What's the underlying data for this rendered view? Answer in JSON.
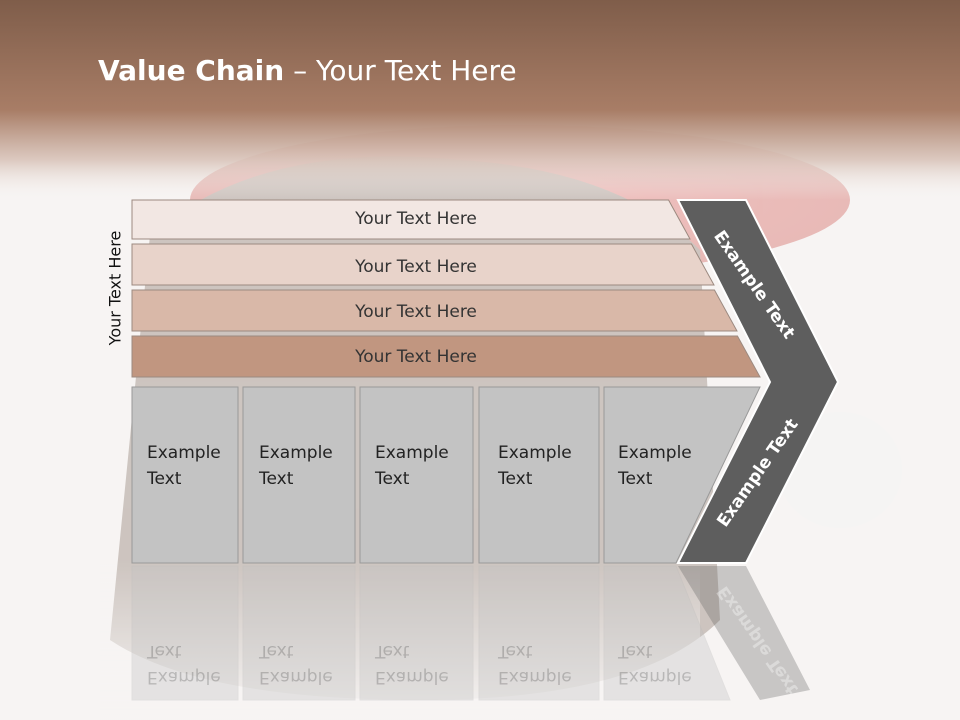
{
  "title": {
    "bold": "Value Chain",
    "rest": " – Your Text Here"
  },
  "side_label": "Your Text Here",
  "rows": [
    {
      "label": "Your Text Here",
      "fill": "#f2e7e3"
    },
    {
      "label": "Your Text Here",
      "fill": "#e8d3ca"
    },
    {
      "label": "Your Text Here",
      "fill": "#d9b8a8"
    },
    {
      "label": "Your Text Here",
      "fill": "#c19680"
    }
  ],
  "boxes": [
    {
      "line1": "Example",
      "line2": "Text"
    },
    {
      "line1": "Example",
      "line2": "Text"
    },
    {
      "line1": "Example",
      "line2": "Text"
    },
    {
      "line1": "Example",
      "line2": "Text"
    },
    {
      "line1": "Example",
      "line2": "Text"
    }
  ],
  "chevron": {
    "upper": "Example Text",
    "lower": "Example Text"
  },
  "colors": {
    "header": "#a77a62",
    "box": "#c3c3c3",
    "chevron": "#5e5e5e",
    "hat": "#d23a33"
  }
}
